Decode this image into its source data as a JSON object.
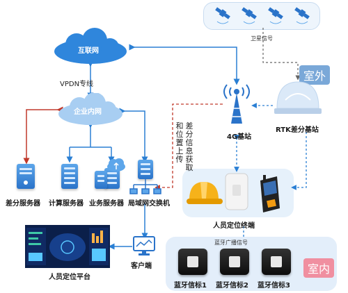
{
  "nodes": {
    "internet": "互联网",
    "intranet": "企业内网",
    "diff_server": "差分服务器",
    "compute_server": "计算服务器",
    "business_server": "业务服务器",
    "lan_switch": "局域网交换机",
    "client": "客户端",
    "platform": "人员定位平台",
    "base_4g": "4G基站",
    "rtk_base": "RTK差分基站",
    "terminal": "人员定位终端",
    "beacon1": "蓝牙信标1",
    "beacon2": "蓝牙信标2",
    "beacon3": "蓝牙信标3"
  },
  "labels": {
    "vpdn": "VPDN专线",
    "satellite_signal": "卫星信号",
    "bluetooth_signal": "蓝牙广播信号",
    "upload_col1": "和位置上传",
    "upload_col2": "差分信息获取"
  },
  "zones": {
    "outdoor": "室外",
    "indoor": "室内"
  },
  "colors": {
    "zone_bg": "#f08fa0",
    "panel": "#e6f1fb",
    "line": "#2a7fd4",
    "dashed_red": "#c0392b"
  }
}
